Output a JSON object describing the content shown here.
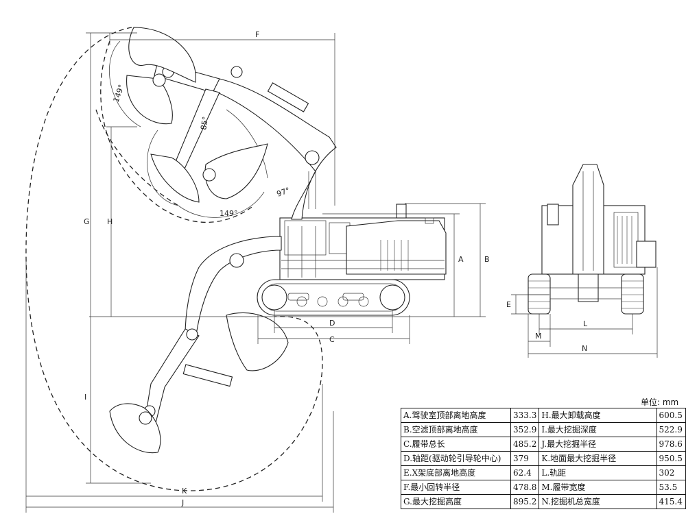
{
  "angles": {
    "a149_top": "149°",
    "a85": "85°",
    "a97": "97°",
    "a149_bottom": "149°"
  },
  "dimension_letters": {
    "F": "F",
    "G": "G",
    "H": "H",
    "A": "A",
    "B": "B",
    "D": "D",
    "C": "C",
    "I": "I",
    "K": "K",
    "J": "J",
    "E": "E",
    "L": "L",
    "M": "M",
    "N": "N"
  },
  "unit_label": "单位: mm",
  "spec_table": [
    {
      "label": "A.驾驶室顶部离地高度",
      "value": "333.3",
      "label2": "H.最大卸载高度",
      "value2": "600.5"
    },
    {
      "label": "B.空滤顶部离地高度",
      "value": "352.9",
      "label2": "I.最大挖掘深度",
      "value2": "522.9"
    },
    {
      "label": "C.履带总长",
      "value": "485.2",
      "label2": "J.最大挖掘半径",
      "value2": "978.6"
    },
    {
      "label": "D.轴距(驱动轮引导轮中心)",
      "value": "379",
      "label2": "K.地面最大挖掘半径",
      "value2": "950.5"
    },
    {
      "label": "E.X架底部离地高度",
      "value": "62.4",
      "label2": "L.轨距",
      "value2": "302"
    },
    {
      "label": "F.最小回转半径",
      "value": "478.8",
      "label2": "M.履带宽度",
      "value2": "53.5"
    },
    {
      "label": "G.最大挖掘高度",
      "value": "895.2",
      "label2": "N.挖掘机总宽度",
      "value2": "415.4"
    }
  ]
}
